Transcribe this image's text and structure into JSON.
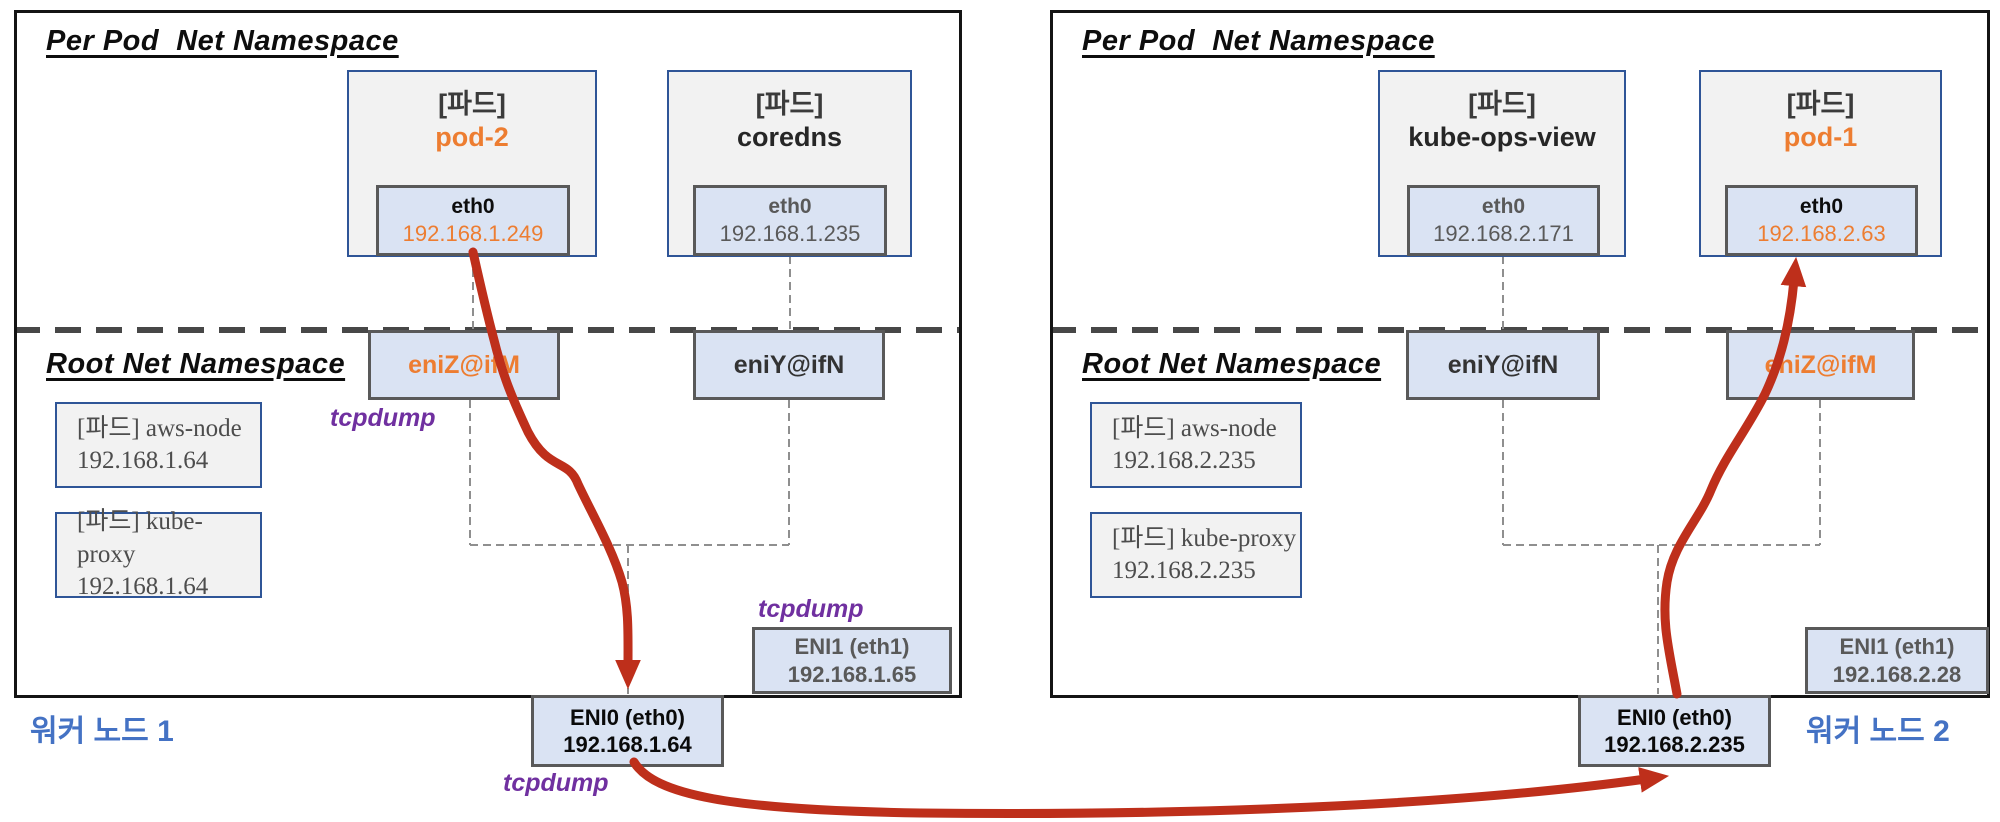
{
  "colors": {
    "accent_orange": "#ED7D31",
    "tcpdump_purple": "#7030A0",
    "traffic_red": "#BE2F1B",
    "worker_blue": "#4472C4",
    "interface_fill": "#DAE3F3",
    "pod_fill": "#F2F2F2",
    "pod_border": "#2F5597"
  },
  "nodes": [
    {
      "per_pod_ns_title": "Per Pod  Net Namespace",
      "root_ns_title": "Root Net Namespace",
      "worker_label": "워커 노드 1",
      "pods": [
        {
          "tag": "[파드]",
          "name": "pod-2",
          "iface": "eth0",
          "ip": "192.168.1.249"
        },
        {
          "tag": "[파드]",
          "name": "coredns",
          "iface": "eth0",
          "ip": "192.168.1.235"
        }
      ],
      "veths": [
        {
          "name": "eniZ@ifM"
        },
        {
          "name": "eniY@ifN"
        }
      ],
      "system_pods": [
        {
          "line1": "[파드] aws-node",
          "line2": "192.168.1.64"
        },
        {
          "line1": "[파드] kube-proxy",
          "line2": "192.168.1.64"
        }
      ],
      "eni0": {
        "label": "ENI0 (eth0)",
        "ip": "192.168.1.64"
      },
      "eni1": {
        "label": "ENI1 (eth1)",
        "ip": "192.168.1.65"
      },
      "tcpdump_labels": {
        "veth": "tcpdump",
        "eni1": "tcpdump",
        "eni0": "tcpdump"
      }
    },
    {
      "per_pod_ns_title": "Per Pod  Net Namespace",
      "root_ns_title": "Root Net Namespace",
      "worker_label": "워커 노드 2",
      "pods": [
        {
          "tag": "[파드]",
          "name": "kube-ops-view",
          "iface": "eth0",
          "ip": "192.168.2.171"
        },
        {
          "tag": "[파드]",
          "name": "pod-1",
          "iface": "eth0",
          "ip": "192.168.2.63"
        }
      ],
      "veths": [
        {
          "name": "eniY@ifN"
        },
        {
          "name": "eniZ@ifM"
        }
      ],
      "system_pods": [
        {
          "line1": "[파드] aws-node",
          "line2": "192.168.2.235"
        },
        {
          "line1": "[파드] kube-proxy",
          "line2": "192.168.2.235"
        }
      ],
      "eni0": {
        "label": "ENI0 (eth0)",
        "ip": "192.168.2.235"
      },
      "eni1": {
        "label": "ENI1 (eth1)",
        "ip": "192.168.2.28"
      }
    }
  ]
}
